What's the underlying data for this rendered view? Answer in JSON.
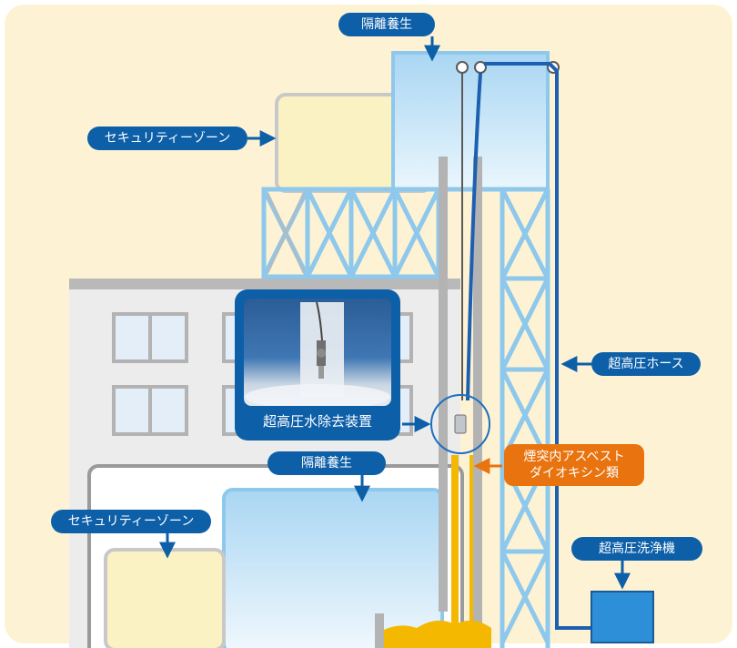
{
  "labels": {
    "top_isolation": "隔離養生",
    "security_zone_upper": "セキュリティーゾーン",
    "security_zone_lower": "セキュリティーゾーン",
    "middle_isolation": "隔離養生",
    "high_pressure_hose": "超高圧ホース",
    "asbestos_dioxin": "煙突内アスベスト\nダイオキシン類",
    "high_pressure_washer": "超高圧洗浄機",
    "removal_device": "超高圧水除去装置"
  },
  "colors": {
    "background": "#fdf3d4",
    "label_blue": "#0d5fa8",
    "label_orange": "#e8730f",
    "scaffold": "#8ec8ec",
    "building": "#e6e6e6",
    "residue": "#f5b800"
  }
}
